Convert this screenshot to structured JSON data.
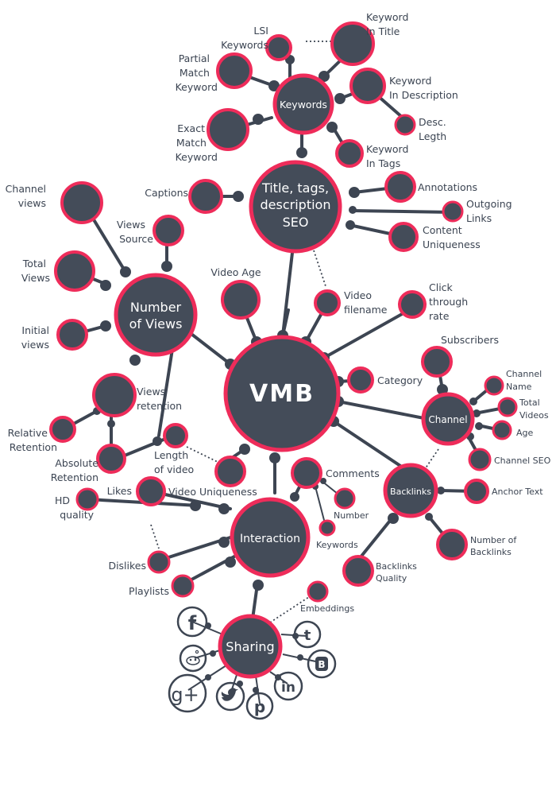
{
  "center": "VMB",
  "hubs": {
    "keywords": "Keywords",
    "title_seo": [
      "Title, tags,",
      "description",
      "SEO"
    ],
    "views": [
      "Number",
      "of Views"
    ],
    "channel": "Channel",
    "backlinks": "Backlinks",
    "interaction": "Interaction",
    "sharing": "Sharing"
  },
  "labels": {
    "lsi": [
      "LSI",
      "Keywords"
    ],
    "kw_title": [
      "Keyword",
      "In Title"
    ],
    "partial": [
      "Partial",
      "Match",
      "Keyword"
    ],
    "kw_desc": [
      "Keyword",
      "In Description"
    ],
    "desc_len": [
      "Desc.",
      "Legth"
    ],
    "exact": [
      "Exact",
      "Match",
      "Keyword"
    ],
    "kw_tags": [
      "Keyword",
      "In Tags"
    ],
    "captions": "Captions",
    "annotations": "Annotations",
    "outgoing": [
      "Outgoing",
      "Links"
    ],
    "content": [
      "Content",
      "Uniqueness"
    ],
    "channel_views": [
      "Channel",
      "views"
    ],
    "views_source": [
      "Views",
      "Source"
    ],
    "total_views": [
      "Total",
      "Views"
    ],
    "initial_views": [
      "Initial",
      "views"
    ],
    "video_age": "Video Age",
    "video_filename": [
      "Video",
      "filename"
    ],
    "ctr": [
      "Click",
      "through",
      "rate"
    ],
    "subscribers": "Subscribers",
    "category": "Category",
    "channel_name": [
      "Channel",
      "Name"
    ],
    "total_videos": [
      "Total",
      "Videos"
    ],
    "age": "Age",
    "channel_seo": "Channel SEO",
    "views_retention": [
      "Views",
      "retention"
    ],
    "relative": [
      "Relative",
      "Retention"
    ],
    "absolute": [
      "Absolute",
      "Retention"
    ],
    "length": [
      "Length",
      "of video"
    ],
    "video_uniq": "Video Uniqueness",
    "hd": [
      "HD",
      "quality"
    ],
    "comments": "Comments",
    "number": "Number",
    "keywords_c": "Keywords",
    "anchor": "Anchor Text",
    "num_backlinks": [
      "Number of",
      "Backlinks"
    ],
    "likes": "Likes",
    "dislikes": "Dislikes",
    "playlists": "Playlists",
    "bl_quality": [
      "Backlinks",
      "Quality"
    ],
    "embeddings": "Embeddings"
  },
  "social_icons": [
    "facebook-icon",
    "reddit-icon",
    "google-plus-icon",
    "twitter-icon",
    "pinterest-icon",
    "linkedin-icon",
    "blogger-icon",
    "tumblr-icon"
  ],
  "colors": {
    "node_fill": "#444c59",
    "node_ring": "#ee2c5a",
    "line": "#3d4552",
    "text": "#3b4452"
  }
}
